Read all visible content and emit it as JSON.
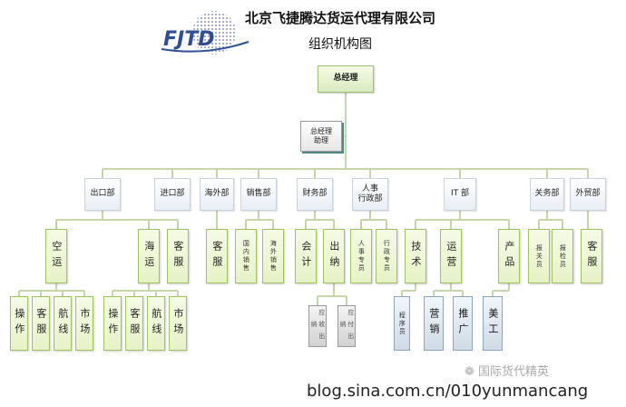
{
  "company_title": "北京飞捷腾达货运代理有限公司",
  "chart_title": "组织机构图",
  "logo_text": "FJTD",
  "watermark": "国际货代精英",
  "footer_url": "blog.sina.com.cn/010yunmancang",
  "colors": {
    "connector": "#c5d6a9",
    "green_border": "#9ec25c",
    "green_fill": "#e6f2c6",
    "dept_border": "#c8d3de",
    "assistant_shadow": "#4a8a8a"
  },
  "org": {
    "ceo": "总经理",
    "assistant": "总经理\n助理",
    "departments": [
      {
        "name": "出口部",
        "units": [
          {
            "name": "空运",
            "teams": [
              "操作",
              "客服",
              "航线",
              "市场"
            ]
          },
          {
            "name": "海运",
            "teams": [
              "操作",
              "客服",
              "航线",
              "市场"
            ]
          },
          {
            "name": "客服",
            "teams": []
          }
        ]
      },
      {
        "name": "进口部",
        "units": []
      },
      {
        "name": "海外部",
        "units": [
          {
            "name": "客服",
            "teams": []
          }
        ]
      },
      {
        "name": "销售部",
        "units": [
          {
            "name": "国内销售",
            "teams": []
          },
          {
            "name": "海外销售",
            "teams": []
          }
        ]
      },
      {
        "name": "财务部",
        "units": [
          {
            "name": "会计",
            "teams": []
          },
          {
            "name": "出纳",
            "teams": [
              "应收出纳",
              "应付出纳"
            ]
          }
        ]
      },
      {
        "name": "人事\n行政部",
        "units": [
          {
            "name": "人事专员",
            "teams": []
          },
          {
            "name": "行政专员",
            "teams": []
          }
        ]
      },
      {
        "name": "IT 部",
        "units": [
          {
            "name": "技术",
            "teams": [
              "程序员"
            ]
          },
          {
            "name": "运营",
            "teams": [
              "营销",
              "推广"
            ]
          },
          {
            "name": "产品",
            "teams": [
              "美工"
            ]
          }
        ]
      },
      {
        "name": "关务部",
        "units": [
          {
            "name": "报关员",
            "teams": []
          },
          {
            "name": "报检员",
            "teams": []
          }
        ]
      },
      {
        "name": "外贸部",
        "units": [
          {
            "name": "客服",
            "teams": []
          }
        ]
      }
    ]
  }
}
